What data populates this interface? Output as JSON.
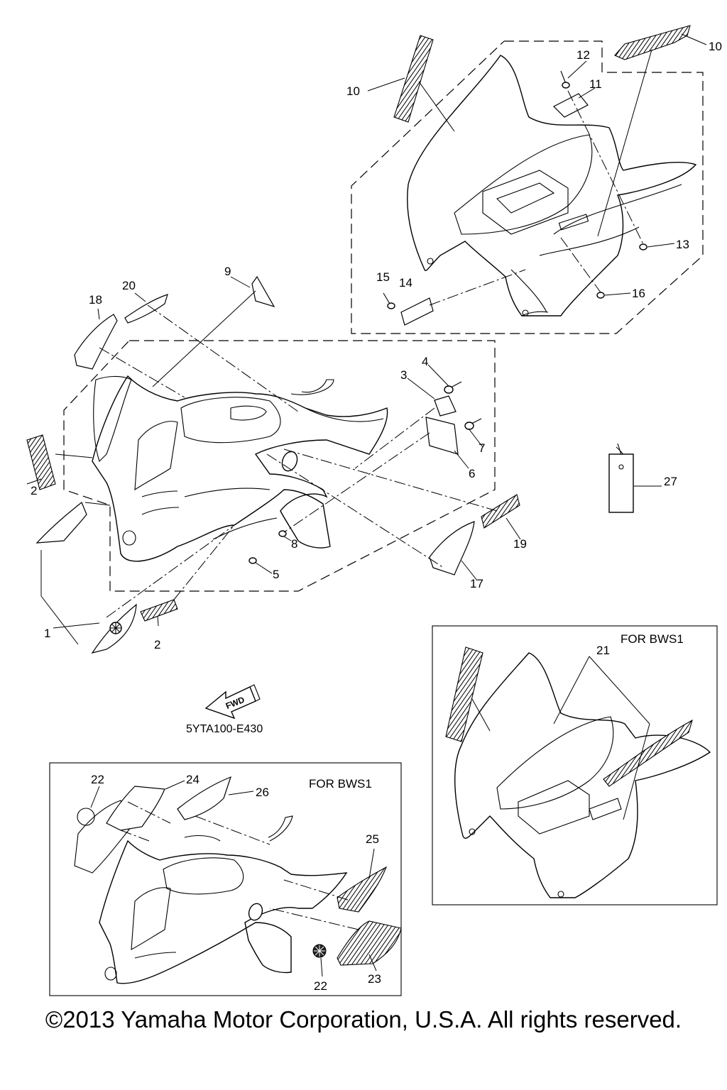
{
  "callouts": {
    "c1": "1",
    "c2a": "2",
    "c2b": "2",
    "c3": "3",
    "c4": "4",
    "c5": "5",
    "c6": "6",
    "c7": "7",
    "c8": "8",
    "c9": "9",
    "c10a": "10",
    "c10b": "10",
    "c11": "11",
    "c12": "12",
    "c13": "13",
    "c14": "14",
    "c15": "15",
    "c16": "16",
    "c17": "17",
    "c18": "18",
    "c19": "19",
    "c20": "20",
    "c21": "21",
    "c22a": "22",
    "c22b": "22",
    "c23": "23",
    "c24": "24",
    "c25": "25",
    "c26": "26",
    "c27": "27"
  },
  "boxes": {
    "right_label": "FOR BWS1",
    "bottom_label": "FOR BWS1"
  },
  "fwd_label": "FWD",
  "part_code": "5YTA100-E430",
  "copyright": "©2013 Yamaha Motor Corporation, U.S.A. All rights reserved."
}
